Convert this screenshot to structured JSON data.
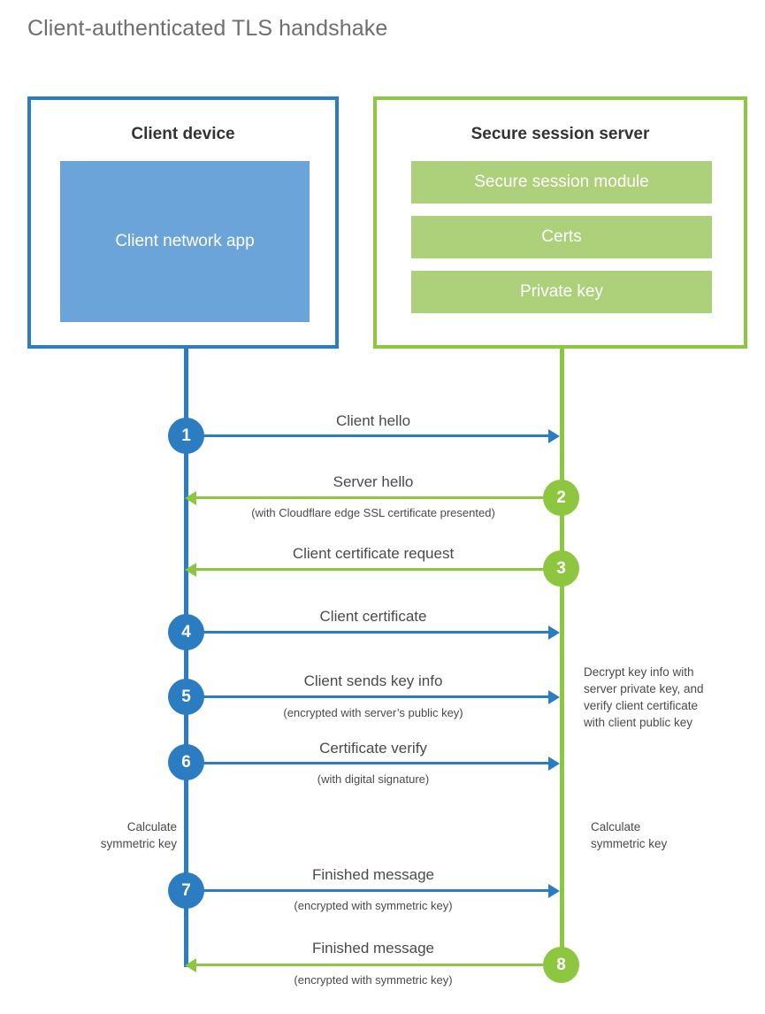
{
  "page": {
    "title": "Client-authenticated TLS handshake"
  },
  "colors": {
    "client_accent": "#2B7CC0",
    "server_accent": "#8DC63F",
    "client_fill": "#6AA4D8",
    "server_fill": "#ADD07A",
    "text": "#4a4a4a",
    "title_text": "#6e6e6e"
  },
  "actors": {
    "client": {
      "title": "Client device",
      "component": "Client network app"
    },
    "server": {
      "title": "Secure session server",
      "components": [
        "Secure session module",
        "Certs",
        "Private key"
      ]
    }
  },
  "steps": [
    {
      "number": "1",
      "label": "Client hello",
      "sublabel": "",
      "direction": "client-to-server",
      "color": "blue"
    },
    {
      "number": "2",
      "label": "Server hello",
      "sublabel": "(with Cloudflare edge SSL certificate presented)",
      "direction": "server-to-client",
      "color": "green"
    },
    {
      "number": "3",
      "label": "Client certificate request",
      "sublabel": "",
      "direction": "server-to-client",
      "color": "green"
    },
    {
      "number": "4",
      "label": "Client certificate",
      "sublabel": "",
      "direction": "client-to-server",
      "color": "blue"
    },
    {
      "number": "5",
      "label": "Client sends key info",
      "sublabel": "(encrypted with server’s public key)",
      "direction": "client-to-server",
      "color": "blue"
    },
    {
      "number": "6",
      "label": "Certificate verify",
      "sublabel": "(with digital signature)",
      "direction": "client-to-server",
      "color": "blue"
    },
    {
      "number": "7",
      "label": "Finished message",
      "sublabel": "(encrypted with symmetric key)",
      "direction": "client-to-server",
      "color": "blue"
    },
    {
      "number": "8",
      "label": "Finished message",
      "sublabel": "(encrypted with symmetric key)",
      "direction": "server-to-client",
      "color": "green"
    }
  ],
  "notes": {
    "server_decrypt": {
      "line1": "Decrypt key info with",
      "line2": "server private key, and",
      "line3": "verify client certificate",
      "line4": "with client public key"
    },
    "calculate_client": {
      "line1": "Calculate",
      "line2": "symmetric key"
    },
    "calculate_server": {
      "line1": "Calculate",
      "line2": "symmetric key"
    }
  }
}
